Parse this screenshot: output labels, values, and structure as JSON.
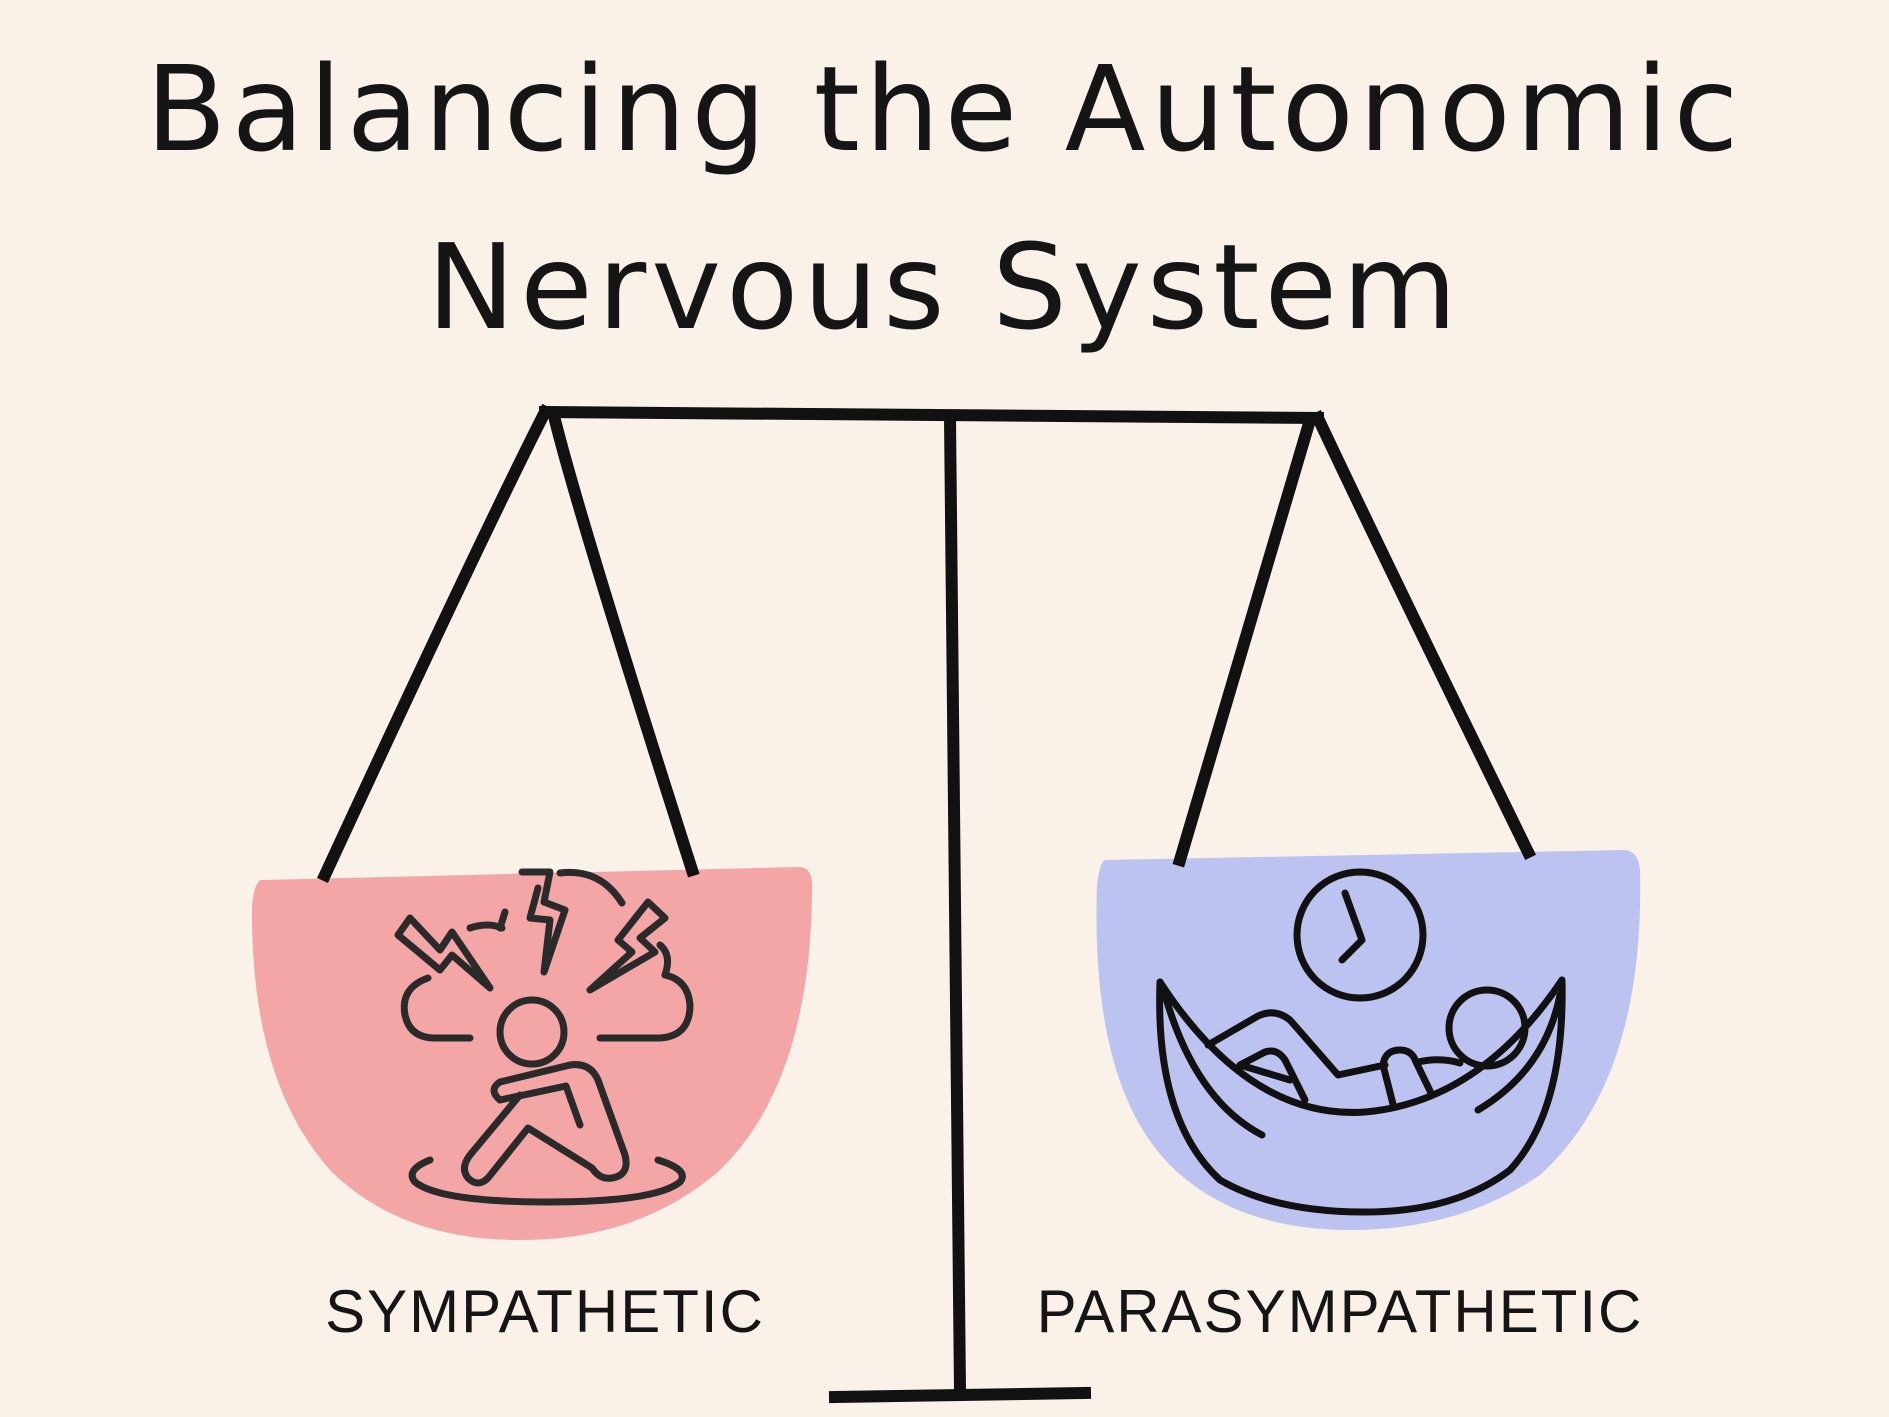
{
  "title": {
    "line1": "Balancing the Autonomic",
    "line2": "Nervous System"
  },
  "pans": {
    "left": {
      "label": "SYMPATHETIC",
      "color": "#f4a5a5",
      "icon": "stressed-person-icon"
    },
    "right": {
      "label": "PARASYMPATHETIC",
      "color": "#bcc3f0",
      "icon": "relaxing-hammock-clock-icon"
    }
  },
  "scale": {
    "line_color": "#111111"
  }
}
